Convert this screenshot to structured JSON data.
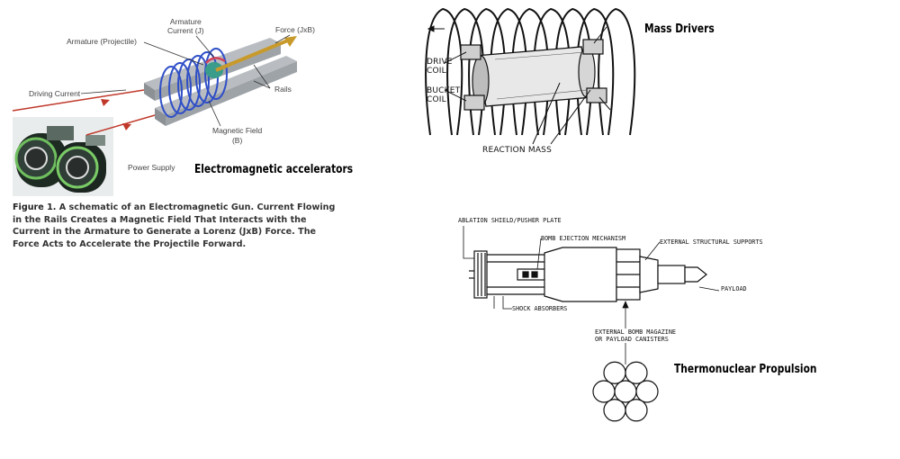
{
  "electromagnetic": {
    "labels": {
      "armature_projectile": "Armature (Projectile)",
      "armature_current": "Armature\nCurrent (J)",
      "force": "Force (JxB)",
      "driving_current": "Driving Current",
      "rails": "Rails",
      "magnetic_field": "Magnetic Field\n(B)",
      "power_supply": "Power Supply"
    },
    "title": "Electromagnetic accelerators",
    "caption_figure": "Figure 1.",
    "caption_text": "A schematic of an Electromagnetic Gun. Current Flowing in the Rails Creates a Magnetic Field That Interacts with the Current in the Armature to Generate a Lorenz (JxB) Force. The Force Acts to Accelerate the Projectile Forward."
  },
  "mass_drivers": {
    "title": "Mass Drivers",
    "labels": {
      "drive_coil": "DRIVE\nCOIL",
      "bucket_coil": "BUCKET\nCOIL",
      "reaction_mass": "REACTION MASS"
    }
  },
  "thermonuclear": {
    "title": "Thermonuclear Propulsion",
    "labels": {
      "ablation_shield": "ABLATION SHIELD/PUSHER PLATE",
      "bomb_ejection": "BOMB EJECTION MECHANISM",
      "external_supports": "EXTERNAL STRUCTURAL SUPPORTS",
      "payload": "PAYLOAD",
      "shock_absorbers": "SHOCK ABSORBERS",
      "bomb_magazine": "EXTERNAL BOMB MAGAZINE\nOR PAYLOAD CANISTERS"
    }
  },
  "colors": {
    "rail_gray": "#9aa0a6",
    "coil_blue": "#2f4fc7",
    "arrow_red": "#c0392b",
    "force_gold": "#c89a2c"
  }
}
